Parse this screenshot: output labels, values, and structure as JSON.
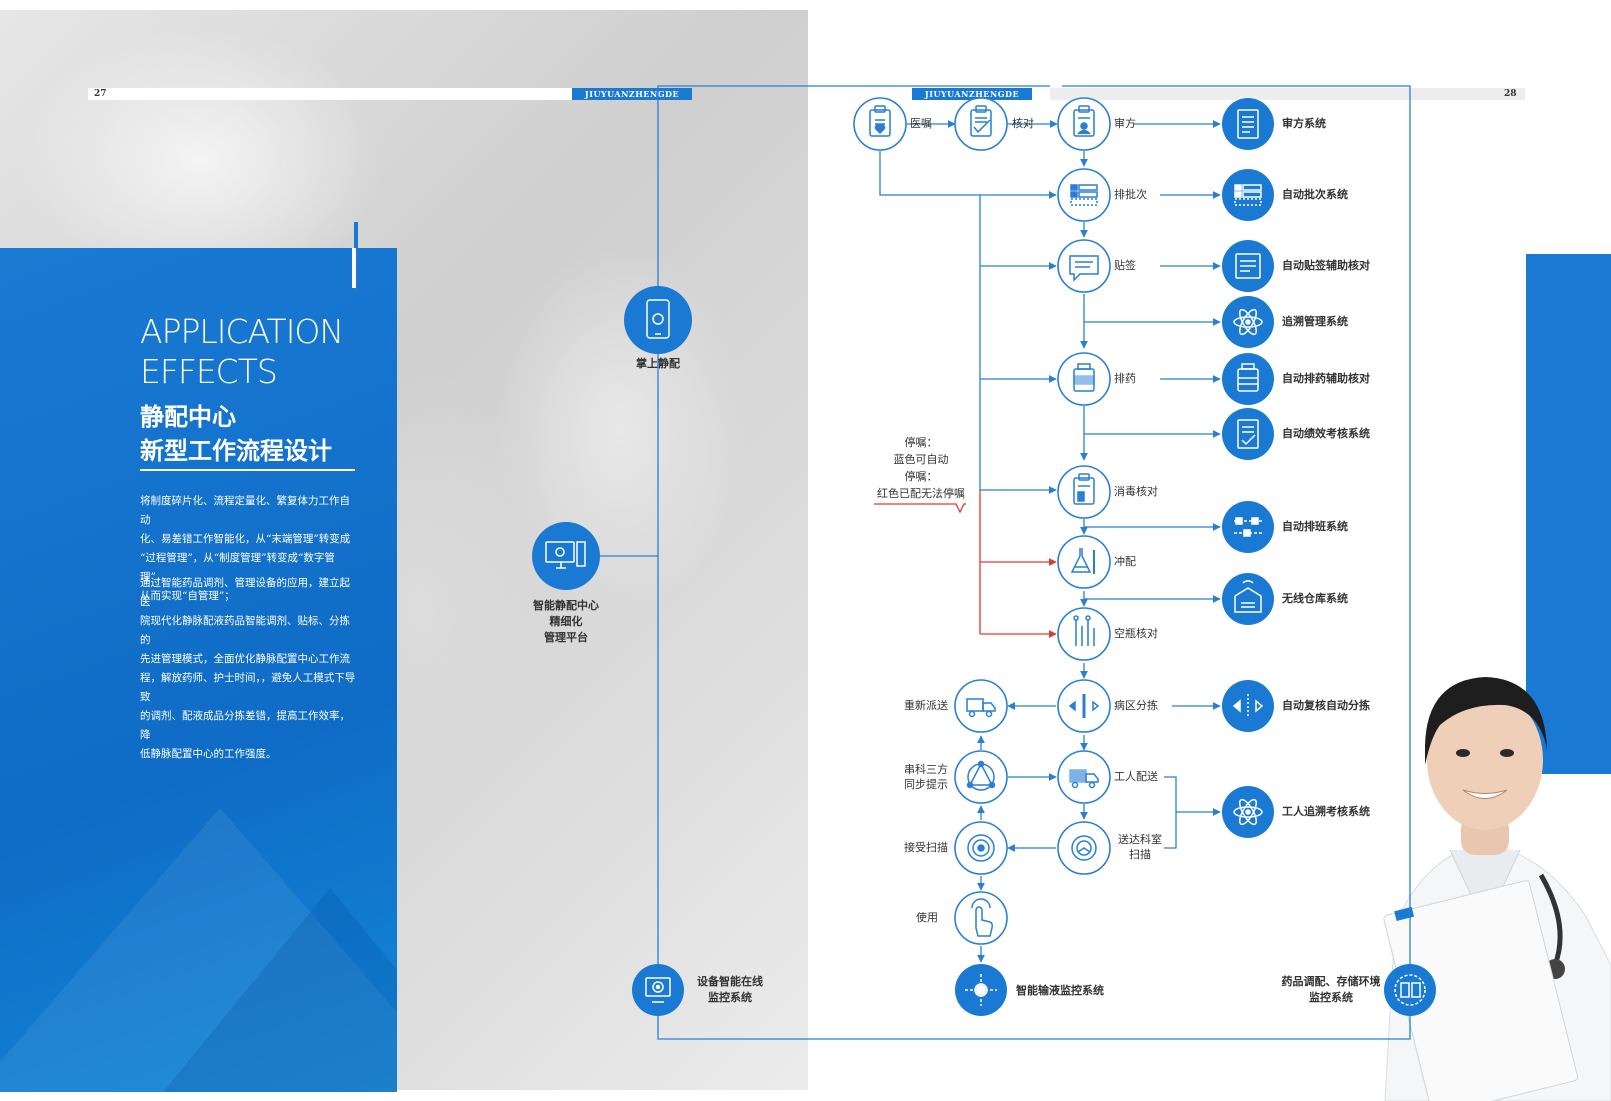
{
  "page": {
    "left_number": "27",
    "right_number": "28",
    "header_tab_left": "JIUYUANZHENGDE",
    "header_tab_right": "JIUYUANZHENGDE"
  },
  "intro": {
    "title_en_line1": "APPLICATION",
    "title_en_line2": "EFFECTS",
    "title_cn_line1": "静配中心",
    "title_cn_line2": "新型工作流程设计",
    "paragraph1": [
      "将制度碎片化、流程定量化、繁复体力工作自动",
      "化、易差错工作智能化，从“末端管理”转变成",
      "“过程管理”，从“制度管理”转变成“数字管理”，",
      "从而实现“自管理”；"
    ],
    "paragraph2": [
      "通过智能药品调剂、管理设备的应用，建立起医",
      "院现代化静脉配液药品智能调剂、贴标、分拣的",
      "先进管理模式，全面优化静脉配置中心工作流",
      "程，解放药师、护士时间，，避免人工模式下导致",
      "的调剂、配液成品分拣差错，提高工作效率，降",
      "低静脉配置中心的工作强度。"
    ]
  },
  "platforms": {
    "mobile": "掌上静配",
    "center": [
      "智能静配中心",
      "精细化",
      "管理平台"
    ],
    "device_monitor": [
      "设备智能在线",
      "监控系统"
    ],
    "infusion_monitor": "智能输液监控系统",
    "environment_monitor": [
      "药品调配、存储环境",
      "监控系统"
    ]
  },
  "flow": {
    "yizhu": "医嘱",
    "hedui": "核对",
    "shenfang": "审方",
    "paipici": "排批次",
    "tieqian": "贴签",
    "paiyao": "排药",
    "xiaodu": "消毒核对",
    "chongpei": "冲配",
    "kongping": "空瓶核对",
    "bingqu": "病区分拣",
    "rengong_peisong": "工人配送",
    "songda": [
      "送达科室",
      "扫描"
    ],
    "chongxin": "重新派送",
    "chuanke": [
      "串科三方",
      "同步提示"
    ],
    "jieshou": "接受扫描",
    "shiyong": "使用",
    "note": [
      "停嘱：",
      "蓝色可自动",
      "停嘱：",
      "红色已配无法停嘱"
    ]
  },
  "systems": {
    "shenfang": "审方系统",
    "pici": "自动批次系统",
    "tieqian": "自动贴签辅助核对",
    "zhuisu": "追溯管理系统",
    "paiyao": "自动排药辅助核对",
    "jixiao": "自动绩效考核系统",
    "paiban": "自动排班系统",
    "cangku": "无线仓库系统",
    "fuhe": "自动复核自动分拣",
    "rengong_zhuisu": "工人追溯考核系统"
  },
  "colors": {
    "brand_blue": "#1a7ad3",
    "line_blue": "#2a7fd4",
    "warning_red": "#e03a2f"
  },
  "icons": {
    "yizhu": "clipboard-heart-icon",
    "hedui": "clipboard-check-icon",
    "shenfang": "clipboard-person-icon",
    "paipici": "batch-list-icon",
    "tieqian": "chat-label-icon",
    "paiyao": "medicine-bottle-icon",
    "xiaodu": "clipboard-bottle-icon",
    "chongpei": "flask-syringe-icon",
    "kongping": "empty-vials-icon",
    "bingqu": "vial-arrows-icon",
    "rengong_peisong": "delivery-truck-icon",
    "songda": "scan-target-icon",
    "chongxin": "redeliver-truck-icon",
    "chuanke": "triangle-sync-icon",
    "jieshou": "scan-rings-icon",
    "shiyong": "touch-hand-icon",
    "sys_shenfang": "document-list-icon",
    "sys_pici": "batch-list-icon",
    "sys_tieqian": "label-lines-icon",
    "sys_zhuisu": "atom-icon",
    "sys_paiyao": "medicine-bottle-icon",
    "sys_jixiao": "document-check-icon",
    "sys_paiban": "schedule-nodes-icon",
    "sys_cangku": "warehouse-wifi-icon",
    "sys_fuhe": "sort-arrows-icon",
    "sys_rengong": "atom-icon",
    "mobile": "smartphone-icon",
    "center": "monitor-icon",
    "device_monitor": "monitor-target-icon",
    "infusion_monitor": "infusion-target-icon",
    "environment_monitor": "environment-target-icon"
  }
}
